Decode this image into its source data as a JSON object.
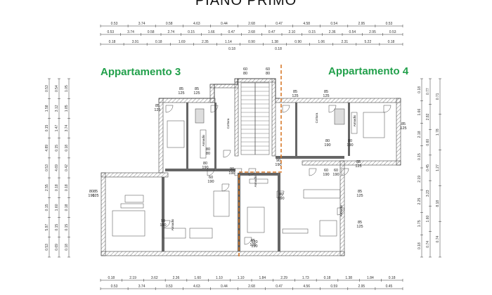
{
  "title": "PIANO PRIMO",
  "apartments": [
    {
      "label": "Appartamento 3"
    },
    {
      "label": "Appartamento 4"
    }
  ],
  "dimensions": {
    "top_row_1": [
      "0.53",
      "3.74",
      "0.58",
      "4.63",
      "0.44",
      "2.68",
      "0.47",
      "4.58",
      "0.54",
      "2.95",
      "0.53"
    ],
    "top_row_2": [
      "0.53",
      "3.74",
      "0.58",
      "2.74",
      "0.15",
      "1.66",
      "0.47",
      "2.68",
      "0.47",
      "2.10",
      "0.15",
      "2.36",
      "0.54",
      "2.95",
      "0.53"
    ],
    "top_row_3": [
      "0.18",
      "3.91",
      "0.18",
      "1.69",
      "2.35",
      "1.14",
      "0.90",
      "1.38",
      "0.90",
      "1.06",
      "2.31",
      "5.22",
      "0.18"
    ],
    "top_row_3_sub": [
      "0.18",
      "0.18"
    ],
    "bottom_row_1": [
      "0.18",
      "2.19",
      "3.62",
      "2.36",
      "1.60",
      "1.10",
      "1.10",
      "1.84",
      "2.29",
      "1.73",
      "0.18",
      "1.38",
      "1.84",
      "0.18"
    ],
    "bottom_row_2": [
      "0.53",
      "3.74",
      "0.53",
      "4.63",
      "0.44",
      "2.68",
      "0.47",
      "4.56",
      "0.59",
      "2.95",
      "0.45"
    ],
    "left_col_1": [
      "0.53",
      "1.58",
      "0.15",
      "4.89",
      "0.53",
      "2.55",
      "0.15",
      "5.97",
      "0.53"
    ],
    "left_col_2": [
      "0.54",
      "3.12",
      "1.47",
      "0.15",
      "4.69",
      "0.18",
      "1.60",
      "0.15",
      "0.69"
    ],
    "left_col_3": [
      "1.05",
      "1.85",
      "3.74",
      "0.18",
      "0.42",
      "0.18",
      "0.18",
      "0.15",
      "0.18"
    ],
    "right_col_1": [
      "0.18",
      "1.66",
      "2.18",
      "0.15",
      "2.19",
      "2.25",
      "1.75",
      "0.18"
    ],
    "right_col_2": [
      "0.77",
      "2.82",
      "0.60",
      "0.45",
      "3.23",
      "1.60",
      "0.74"
    ],
    "right_col_3": [
      "0.71",
      "1.78",
      "1.27",
      "8.18",
      "0.74"
    ]
  },
  "room_labels": {
    "door_labels": [
      "85\n125",
      "85\n125",
      "60\n80",
      "60\n80",
      "80\n80",
      "85\n125",
      "85\n125",
      "85\n125",
      "85\n125",
      "80\n190",
      "80\n190",
      "90\n190",
      "90\n190",
      "80\n190",
      "80\n190",
      "80\n190",
      "90\n190",
      "85\n125",
      "85\n125",
      "85\n125",
      "120\n190",
      "85\n125",
      "85\n125",
      "60\n190",
      "60\n190",
      "60\n190"
    ],
    "fixture_labels": [
      "Armadio",
      "Armadio",
      "Armadio",
      "Armadio",
      "Armadio",
      "Cottura",
      "Cottura"
    ]
  },
  "colors": {
    "wall": "#444444",
    "hatch": "#888888",
    "divider": "#d97a2b",
    "apt_label": "#22a04b",
    "dim": "#333333"
  }
}
